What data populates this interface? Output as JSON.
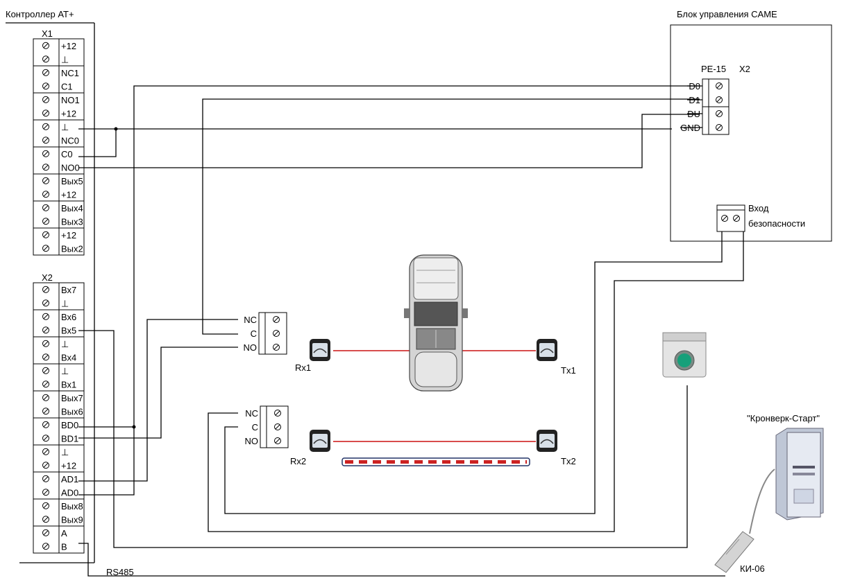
{
  "controller": {
    "title": "Контроллер AT+",
    "x1": {
      "name": "X1",
      "pins": [
        "+12",
        "⊥",
        "NC1",
        "C1",
        "NO1",
        "+12",
        "⊥",
        "NC0",
        "C0",
        "NO0",
        "Вых5",
        "+12",
        "Вых4",
        "Вых3",
        "+12",
        "Вых2"
      ]
    },
    "x2": {
      "name": "X2",
      "pins": [
        "Вх7",
        "⊥",
        "Вх6",
        "Вх5",
        "⊥",
        "Вх4",
        "⊥",
        "Вх1",
        "Вых7",
        "Вых6",
        "BD0",
        "BD1",
        "⊥",
        "+12",
        "AD1",
        "AD0",
        "Вых8",
        "Вых9",
        "A",
        "B"
      ]
    },
    "rs485": "RS485"
  },
  "came": {
    "title": "Блок управления CAME",
    "module": "PE-15",
    "connector": "X2",
    "pins": [
      "D0",
      "D1",
      "DU",
      "GND"
    ],
    "safety_input": [
      "Вход",
      "безопасности"
    ]
  },
  "relay1": {
    "pins": [
      "NC",
      "C",
      "NO"
    ]
  },
  "relay2": {
    "pins": [
      "NC",
      "C",
      "NO"
    ]
  },
  "photocells": {
    "rx1": "Rx1",
    "tx1": "Tx1",
    "rx2": "Rx2",
    "tx2": "Tx2"
  },
  "pc_label": "\"Кронверк-Старт\"",
  "reader_label": "КИ-06"
}
